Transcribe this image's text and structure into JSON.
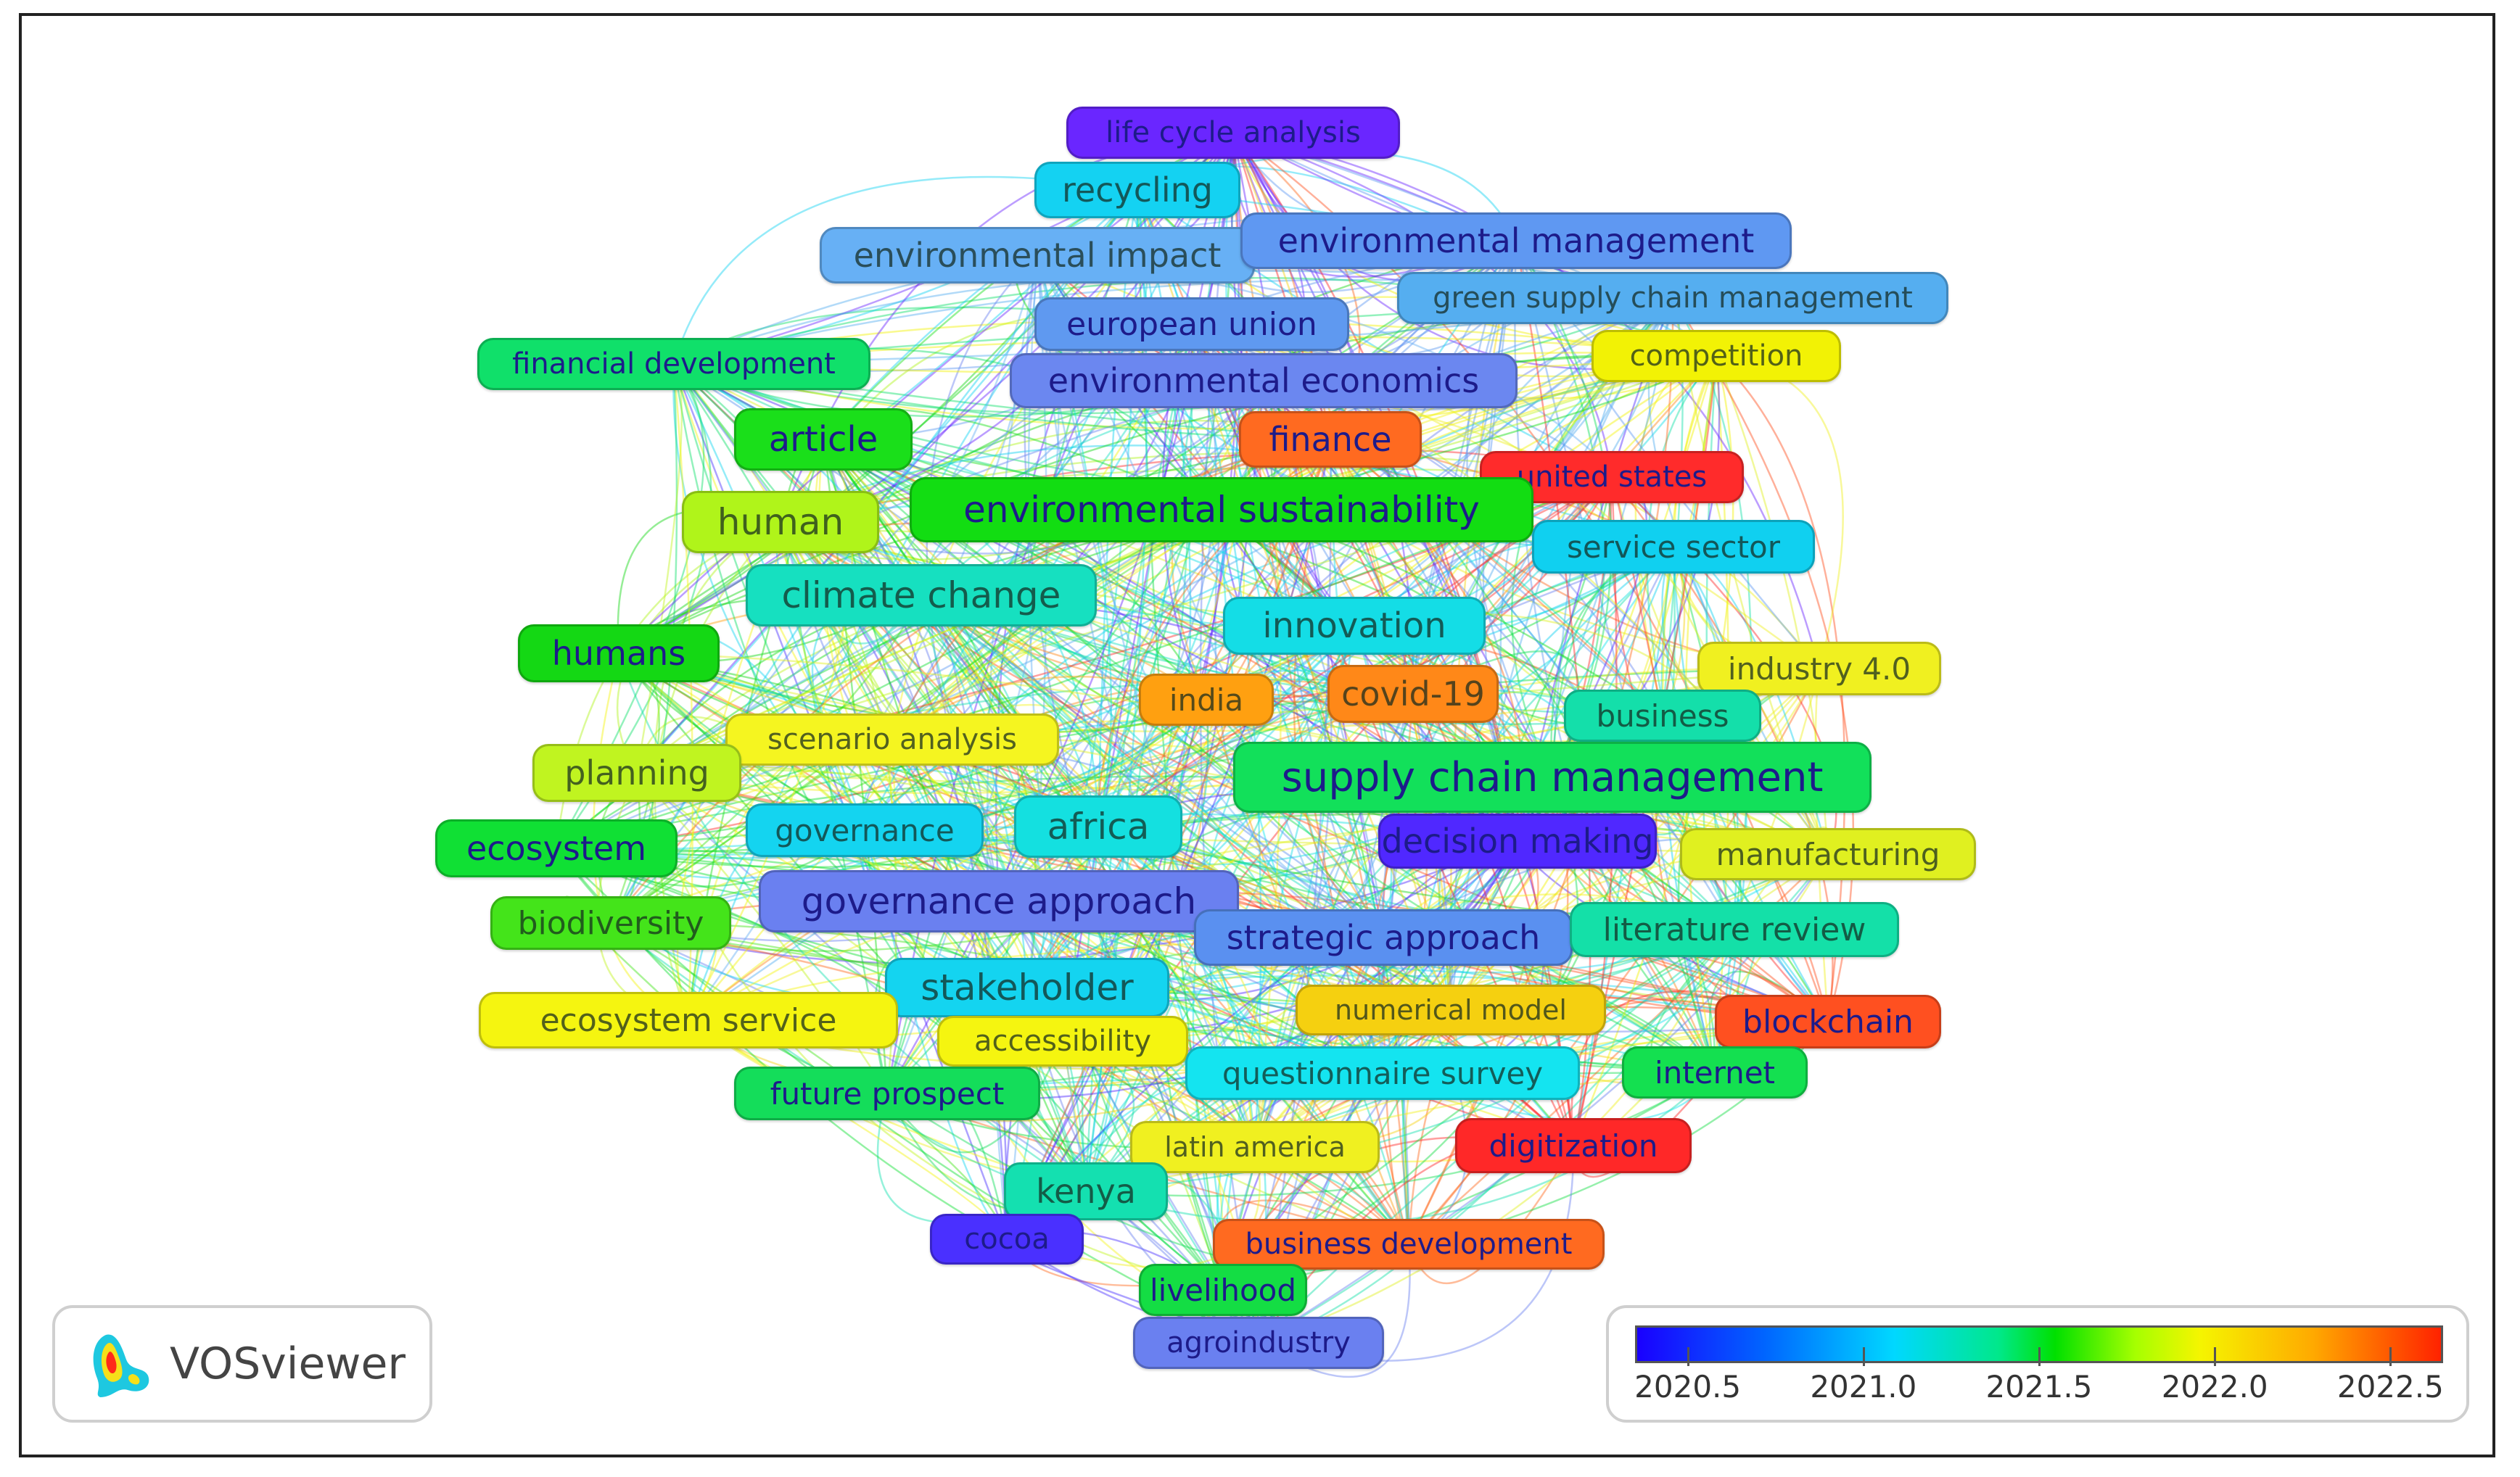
{
  "app": {
    "name": "VOSviewer"
  },
  "legend": {
    "ticks": [
      "2020.5",
      "2021.0",
      "2021.5",
      "2022.0",
      "2022.5"
    ],
    "range": [
      2020.35,
      2022.65
    ],
    "tick_values": [
      2020.5,
      2021.0,
      2021.5,
      2022.0,
      2022.5
    ]
  },
  "map_items": [
    {
      "label": "life cycle analysis",
      "color": "#6a26ff"
    },
    {
      "label": "recycling",
      "color": "#14d2f2"
    },
    {
      "label": "environmental impact",
      "color": "#67b0f5"
    },
    {
      "label": "environmental management",
      "color": "#5f98f2"
    },
    {
      "label": "green supply chain management",
      "color": "#55aef0"
    },
    {
      "label": "european union",
      "color": "#5f99f0"
    },
    {
      "label": "environmental economics",
      "color": "#6b87f0"
    },
    {
      "label": "financial development",
      "color": "#10e06a"
    },
    {
      "label": "competition",
      "color": "#f2f205"
    },
    {
      "label": "article",
      "color": "#1adf1a"
    },
    {
      "label": "finance",
      "color": "#ff6a20"
    },
    {
      "label": "united states",
      "color": "#ff2b2b"
    },
    {
      "label": "human",
      "color": "#b0f41a"
    },
    {
      "label": "environmental sustainability",
      "color": "#12dd12"
    },
    {
      "label": "service sector",
      "color": "#10d0f0"
    },
    {
      "label": "climate change",
      "color": "#16e0c0"
    },
    {
      "label": "innovation",
      "color": "#14dde6"
    },
    {
      "label": "humans",
      "color": "#14d814"
    },
    {
      "label": "industry 4.0",
      "color": "#f0f020"
    },
    {
      "label": "india",
      "color": "#ffa010"
    },
    {
      "label": "covid-19",
      "color": "#ff8818"
    },
    {
      "label": "business",
      "color": "#14dfaa"
    },
    {
      "label": "scenario analysis",
      "color": "#f5f520"
    },
    {
      "label": "planning",
      "color": "#c0f420"
    },
    {
      "label": "supply chain management",
      "color": "#12e05a"
    },
    {
      "label": "ecosystem",
      "color": "#10e034"
    },
    {
      "label": "governance",
      "color": "#14d4f0"
    },
    {
      "label": "africa",
      "color": "#14e0e0"
    },
    {
      "label": "decision making",
      "color": "#5028ff"
    },
    {
      "label": "manufacturing",
      "color": "#e0f020"
    },
    {
      "label": "governance approach",
      "color": "#6a80f0"
    },
    {
      "label": "biodiversity",
      "color": "#44e41a"
    },
    {
      "label": "strategic approach",
      "color": "#5a90f0"
    },
    {
      "label": "literature review",
      "color": "#14e0a8"
    },
    {
      "label": "stakeholder",
      "color": "#14d4f0"
    },
    {
      "label": "ecosystem service",
      "color": "#f5f510"
    },
    {
      "label": "accessibility",
      "color": "#f5f510"
    },
    {
      "label": "numerical model",
      "color": "#f5d010"
    },
    {
      "label": "blockchain",
      "color": "#ff5020"
    },
    {
      "label": "internet",
      "color": "#14e050"
    },
    {
      "label": "questionnaire survey",
      "color": "#14e4f0"
    },
    {
      "label": "future prospect",
      "color": "#14dd5a"
    },
    {
      "label": "latin america",
      "color": "#f0f020"
    },
    {
      "label": "digitization",
      "color": "#ff2828"
    },
    {
      "label": "kenya",
      "color": "#14e0b0"
    },
    {
      "label": "cocoa",
      "color": "#4a30ff"
    },
    {
      "label": "business development",
      "color": "#ff6a20"
    },
    {
      "label": "livelihood",
      "color": "#14dd44"
    },
    {
      "label": "agroindustry",
      "color": "#6a80f0"
    }
  ]
}
